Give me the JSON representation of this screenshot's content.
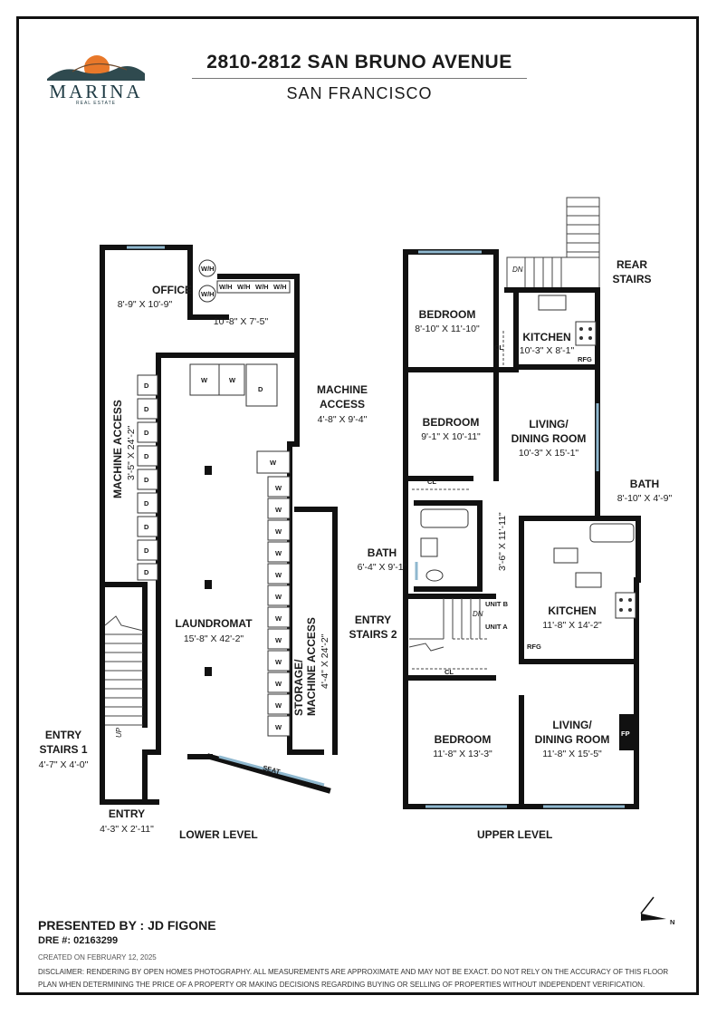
{
  "header": {
    "title": "2810-2812 SAN BRUNO AVENUE",
    "subtitle": "SAN FRANCISCO"
  },
  "logo": {
    "wordmark": "MARINA",
    "tagline": "REAL ESTATE",
    "colors": {
      "sun": "#e8782a",
      "hills": "#2f4a4f",
      "bridge": "#6d4a2e"
    }
  },
  "lower_level": {
    "label": "LOWER LEVEL",
    "rooms": {
      "office": {
        "name": "OFFICE",
        "dims": "8'-9\" X 10'-9\""
      },
      "utility": {
        "dims": "10'-8\" X 7'-5\""
      },
      "machine_access_left": {
        "name": "MACHINE ACCESS",
        "dims": "3'-5\" X 24'-2\""
      },
      "machine_access_right": {
        "name": "MACHINE\nACCESS",
        "name_line1": "MACHINE",
        "name_line2": "ACCESS",
        "dims": "4'-8\" X 9'-4\""
      },
      "laundromat": {
        "name": "LAUNDROMAT",
        "dims": "15'-8\" X 42'-2\""
      },
      "storage": {
        "name_line1": "STORAGE/",
        "name_line2": "MACHINE ACCESS",
        "dims": "4'-4\" X 24'-2\""
      },
      "entry_stairs": {
        "name_line1": "ENTRY",
        "name_line2": "STAIRS 1",
        "dims": "4'-7\" X 4'-0\""
      },
      "entry": {
        "name": "ENTRY",
        "dims": "4'-3\" X 2'-11\""
      }
    },
    "fixtures": {
      "wh": "W/H",
      "washer": "W",
      "dryer": "D",
      "seat": "SEAT",
      "up": "UP"
    }
  },
  "upper_level": {
    "label": "UPPER LEVEL",
    "rooms": {
      "rear_stairs": {
        "name_line1": "REAR",
        "name_line2": "STAIRS",
        "dn": "DN"
      },
      "bedroom_a": {
        "name": "BEDROOM",
        "dims": "8'-10\" X 11'-10\""
      },
      "kitchen_a": {
        "name": "KITCHEN",
        "dims": "10'-3\" X 8'-1\""
      },
      "bedroom_b": {
        "name": "BEDROOM",
        "dims": "9'-1\" X 10'-11\""
      },
      "living_a": {
        "name_line1": "LIVING/",
        "name_line2": "DINING ROOM",
        "dims": "10'-3\" X 15'-1\""
      },
      "bath_a": {
        "name": "BATH",
        "dims": "8'-10\" X 4'-9\""
      },
      "hall": {
        "dims": "3'-6\" X 11'-11\""
      },
      "bath_b": {
        "name": "BATH",
        "dims": "6'-4\" X 9'-1\""
      },
      "kitchen_b": {
        "name": "KITCHEN",
        "dims": "11'-8\" X 14'-2\""
      },
      "entry_stairs_2": {
        "name_line1": "ENTRY",
        "name_line2": "STAIRS 2"
      },
      "bedroom_c": {
        "name": "BEDROOM",
        "dims": "11'-8\" X 13'-3\""
      },
      "living_b": {
        "name_line1": "LIVING/",
        "name_line2": "DINING ROOM",
        "dims": "11'-8\" X 15'-5\""
      }
    },
    "fixtures": {
      "cl": "CL",
      "rfg": "RFG",
      "fp": "FP",
      "unit_b": "UNIT B",
      "unit_a": "UNIT A",
      "dn": "DN"
    }
  },
  "footer": {
    "presented": "PRESENTED BY : JD FIGONE",
    "dre": "DRE #: 02163299",
    "created": "CREATED ON FEBRUARY 12, 2025",
    "disclaimer": "DISCLAIMER: RENDERING BY OPEN HOMES PHOTOGRAPHY. ALL MEASUREMENTS ARE APPROXIMATE AND MAY NOT BE EXACT. DO NOT RELY ON THE ACCURACY OF THIS FLOOR PLAN WHEN DETERMINING THE PRICE OF A PROPERTY OR MAKING DECISIONS REGARDING BUYING OR SELLING OF PROPERTIES WITHOUT INDEPENDENT VERIFICATION.",
    "compass": "N"
  }
}
